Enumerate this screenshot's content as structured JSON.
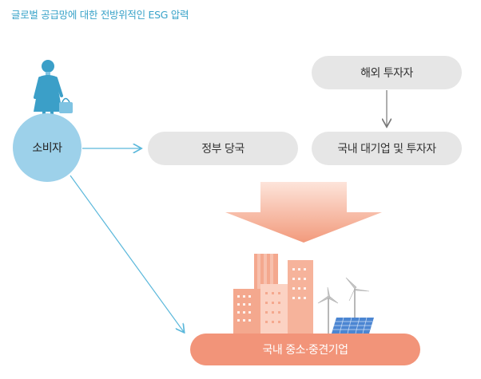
{
  "title": "글로벌 공급망에 대한 전방위적인 ESG 압력",
  "nodes": {
    "overseas_investors": "해외 투자자",
    "government": "정부 당국",
    "domestic_large": "국내 대기업 및 투자자",
    "consumers": "소비자",
    "domestic_sme": "국내 중소·중견기업"
  },
  "colors": {
    "title": "#3aa3c9",
    "pill": "#e6e6e6",
    "consumer": "#9dd1ea",
    "arrow_blue": "#5bb8db",
    "big_arrow": "#f4a083",
    "sme_base": "#f29479",
    "building": "#f4a88e",
    "solar": "#4c86d2"
  }
}
